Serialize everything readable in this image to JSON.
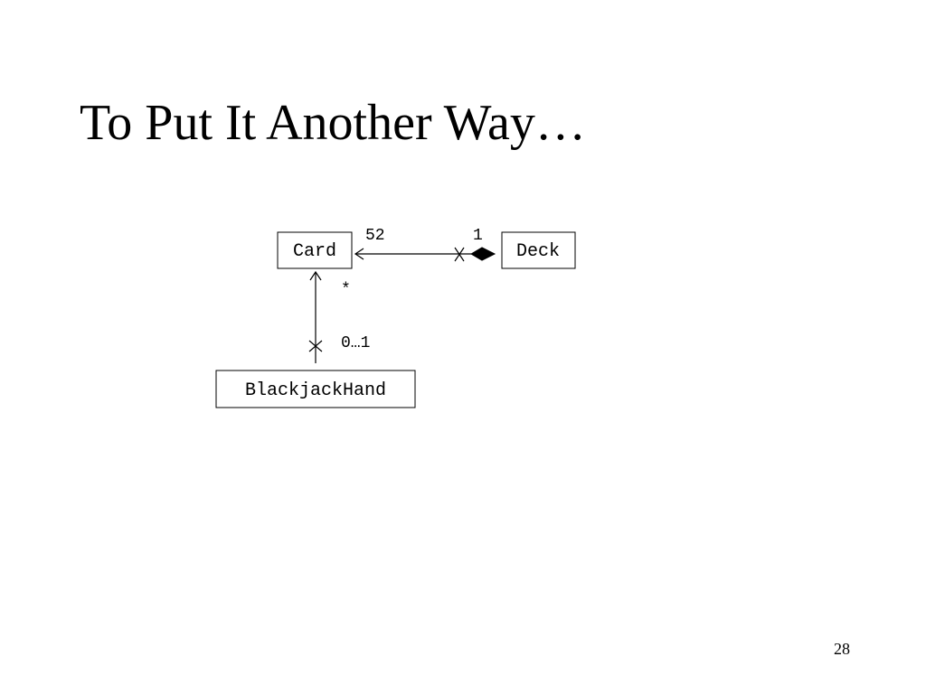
{
  "slide": {
    "title": "To Put It Another Way…",
    "number": "28"
  },
  "diagram": {
    "classes": {
      "card": "Card",
      "deck": "Deck",
      "hand": "BlackjackHand"
    },
    "associations": {
      "deck_card": {
        "card_end_multiplicity": "52",
        "deck_end_multiplicity": "1"
      },
      "hand_card": {
        "card_end_multiplicity": "*",
        "hand_end_multiplicity": "0…1"
      }
    }
  },
  "colors": {
    "foreground": "#000000",
    "background": "#ffffff"
  }
}
